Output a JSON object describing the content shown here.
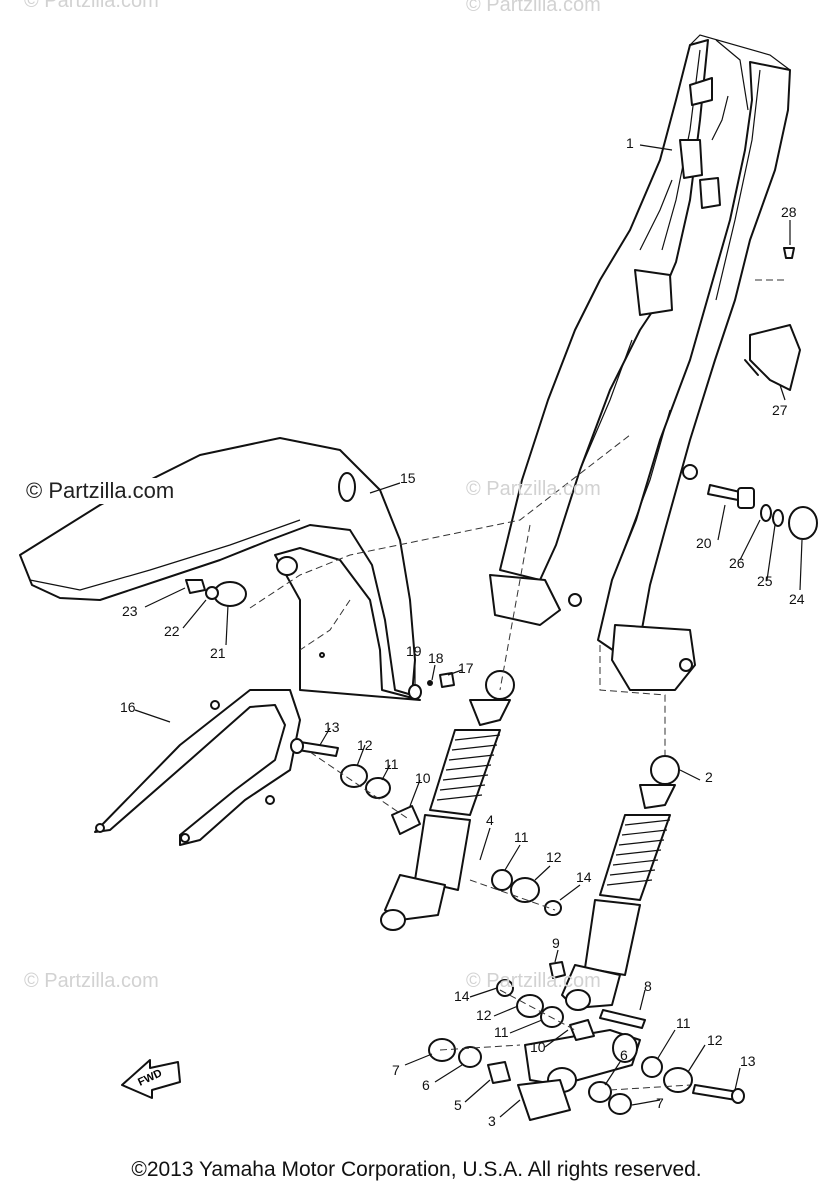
{
  "watermarks": {
    "top_left": "© Partzilla.com",
    "top_right": "© Partzilla.com",
    "mid_left": "© Partzilla.com",
    "mid_center": "© Partzilla.com",
    "bottom_left": "© Partzilla.com",
    "bottom_center": "© Partzilla.com"
  },
  "fwd_label": "FWD",
  "copyright": "©2013 Yamaha Motor Corporation, U.S.A. All rights reserved.",
  "part_numbers": {
    "p1": "1",
    "p2": "2",
    "p3": "3",
    "p4": "4",
    "p5": "5",
    "p6a": "6",
    "p6b": "6",
    "p7a": "7",
    "p7b": "7",
    "p8": "8",
    "p9": "9",
    "p10a": "10",
    "p10b": "10",
    "p11a": "11",
    "p11b": "11",
    "p11c": "11",
    "p11d": "11",
    "p12a": "12",
    "p12b": "12",
    "p12c": "12",
    "p12d": "12",
    "p13a": "13",
    "p13b": "13",
    "p14a": "14",
    "p14b": "14",
    "p15": "15",
    "p16": "16",
    "p17": "17",
    "p18": "18",
    "p19": "19",
    "p20": "20",
    "p21": "21",
    "p22": "22",
    "p23": "23",
    "p24": "24",
    "p25": "25",
    "p26": "26",
    "p27": "27",
    "p28": "28"
  }
}
